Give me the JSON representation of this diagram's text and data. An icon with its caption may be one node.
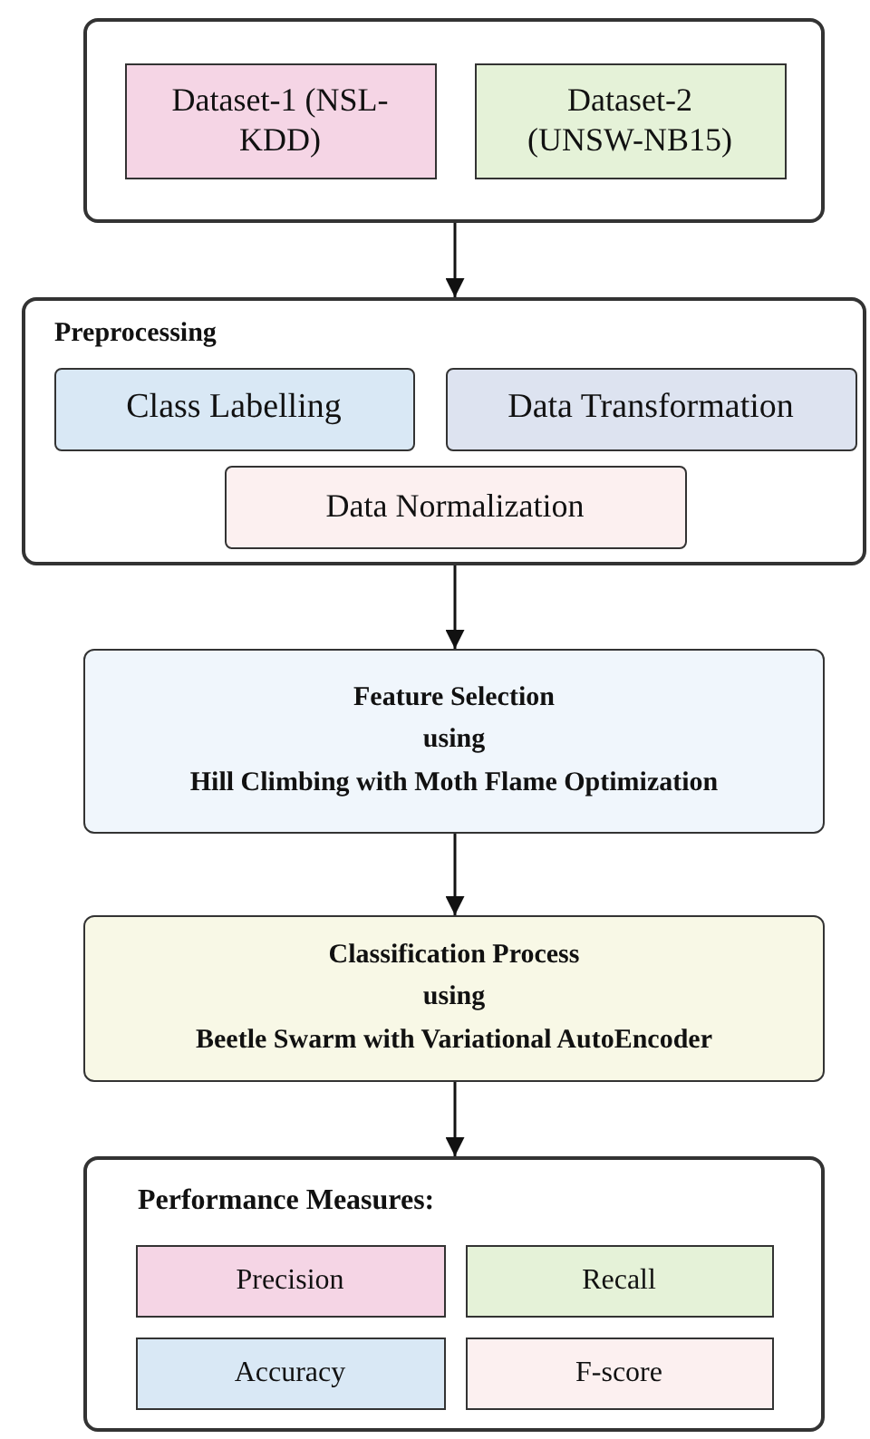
{
  "diagram": {
    "nodes": [
      {
        "text": [],
        "shape": "box"
      },
      {
        "text": [
          "Dataset-1 (NSL-KDD)"
        ],
        "in": 0
      },
      {
        "text": [
          "Dataset-2 (UNSW-NB15)"
        ],
        "in": 0
      },
      {
        "text": [
          "Preprocessing"
        ]
      },
      {
        "text": [
          "Class Labelling"
        ],
        "in": 3
      },
      {
        "text": [
          "Data Transformation"
        ],
        "in": 3
      },
      {
        "text": [
          "Data Normalization"
        ],
        "in": 3
      },
      {
        "text": [
          "Feature Selection",
          "using",
          "Hill Climbing with Moth Flame Optimization"
        ]
      },
      {
        "text": [
          "Classification Process",
          "using",
          "Beetle Swarm with Variational AutoEncoder"
        ]
      },
      {
        "text": [
          "Performance Measures:"
        ]
      },
      {
        "text": [
          "Precision"
        ],
        "in": 9
      },
      {
        "text": [
          "Recall"
        ],
        "in": 9
      },
      {
        "text": [
          "Accuracy"
        ],
        "in": 9
      },
      {
        "text": [
          "F-score"
        ],
        "in": 9
      }
    ],
    "edges": [
      {
        "from": 0,
        "to": 3,
        "arrow": "to"
      },
      {
        "from": 3,
        "to": 7,
        "arrow": "to"
      },
      {
        "from": 7,
        "to": 8,
        "arrow": "to"
      },
      {
        "from": 8,
        "to": 9,
        "arrow": "to"
      }
    ]
  }
}
